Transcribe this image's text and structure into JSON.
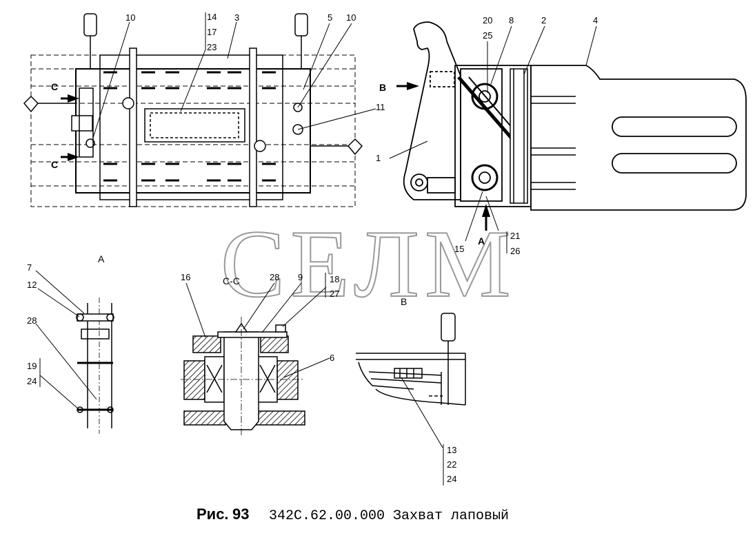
{
  "watermark": "СЕЛМ",
  "caption": {
    "fig_label": "Рис.",
    "fig_number": "93",
    "text": "342С.62.00.000 Захват лаповый"
  },
  "views": {
    "a": "А",
    "b": "В",
    "c": "С-С",
    "c_arrow": "С",
    "arrow_a": "А",
    "arrow_b": "В"
  },
  "callouts": {
    "p1": "1",
    "p2": "2",
    "p3": "3",
    "p4": "4",
    "p5": "5",
    "p6": "6",
    "p7": "7",
    "p8": "8",
    "p9": "9",
    "p10": "10",
    "p11": "11",
    "p12": "12",
    "p13": "13",
    "p14": "14",
    "p15": "15",
    "p16": "16",
    "p17": "17",
    "p18": "18",
    "p19": "19",
    "p20": "20",
    "p21": "21",
    "p22": "22",
    "p23": "23",
    "p24": "24",
    "p25": "25",
    "p26": "26",
    "p27": "27",
    "p28": "28"
  }
}
